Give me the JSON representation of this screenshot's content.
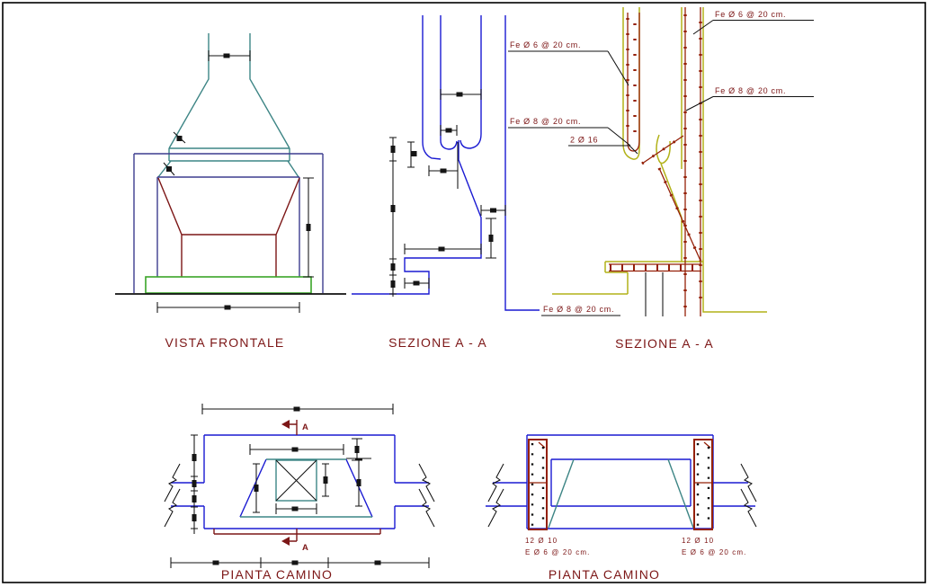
{
  "colors": {
    "background": "#ffffff",
    "blue": "#1a1ad2",
    "teal": "#3d8585",
    "purple": "#3d3d8f",
    "maroon": "#7c1616",
    "green": "#3aa528",
    "olive": "#b2b219",
    "rebar": "#942008",
    "label": "#7c1616"
  },
  "captions": {
    "front": "VISTA FRONTALE",
    "section_mid": "SEZIONE A - A",
    "section_right": "SEZIONE A - A",
    "plan_left": "PIANTA CAMINO",
    "plan_right": "PIANTA CAMINO"
  },
  "annotations": {
    "fe6": "Fe Ø 6 @ 20 cm.",
    "fe8": "Fe Ø 8 @ 20 cm.",
    "bars_2_16": "2 Ø 16",
    "plan_bars": "12 Ø 10",
    "plan_stirrups": "E Ø 6 @ 20 cm.",
    "section_letter": "A"
  }
}
